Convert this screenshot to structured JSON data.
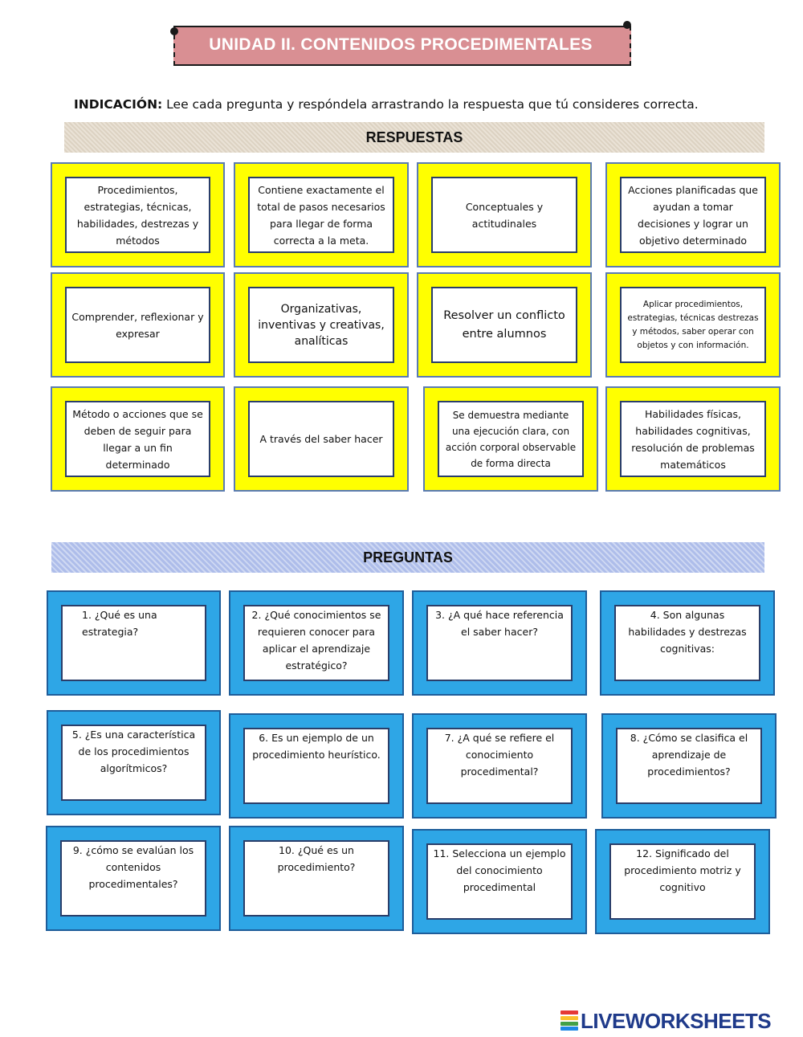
{
  "header": {
    "title": "UNIDAD II. CONTENIDOS PROCEDIMENTALES"
  },
  "instruction": {
    "label": "INDICACIÓN:",
    "text": "Lee cada pregunta y respóndela  arrastrando la respuesta que tú consideres correcta."
  },
  "answers": {
    "heading": "RESPUESTAS",
    "items": [
      "Procedimientos, estrategias, técnicas, habilidades, destrezas y métodos",
      "Contiene exactamente el total de pasos necesarios para llegar de forma correcta a la meta.",
      "Conceptuales y actitudinales",
      "Acciones planificadas que ayudan a tomar decisiones y lograr un objetivo determinado",
      "Comprender, reflexionar y expresar",
      "Organizativas, inventivas y creativas, analíticas",
      "Resolver un conflicto entre alumnos",
      "Aplicar procedimientos, estrategias, técnicas destrezas y métodos, saber operar con objetos y con información.",
      "Método o acciones que se deben de seguir para llegar a un fin determinado",
      "A través del saber hacer",
      "Se demuestra mediante una ejecución clara, con acción corporal observable de forma directa",
      "Habilidades físicas, habilidades cognitivas, resolución de problemas matemáticos"
    ]
  },
  "questions": {
    "heading": "PREGUNTAS",
    "items": [
      "1.      ¿Qué es una estrategia?",
      "2. ¿Qué conocimientos se requieren conocer para aplicar el aprendizaje estratégico?",
      "3. ¿A qué hace referencia el saber hacer?",
      "4. Son algunas habilidades y destrezas cognitivas:",
      "5. ¿Es una característica de los procedimientos algorítmicos?",
      "6. Es un ejemplo de un procedimiento heurístico.",
      "7. ¿A qué se refiere el conocimiento procedimental?",
      "8. ¿Cómo se clasifica el aprendizaje de procedimientos?",
      "9. ¿cómo se evalúan los contenidos procedimentales?",
      "10.  ¿Qué es un procedimiento?",
      "11. Selecciona un ejemplo del conocimiento procedimental",
      "12. Significado del procedimiento motriz y cognitivo"
    ]
  },
  "footer": {
    "brand": "LIVEWORKSHEETS",
    "logo_colors": [
      "#e53935",
      "#fbc02d",
      "#43a047",
      "#1e88e5"
    ]
  },
  "colors": {
    "answer_card": "#ffff00",
    "question_card": "#2ea6e6",
    "banner": "#d98f93"
  }
}
